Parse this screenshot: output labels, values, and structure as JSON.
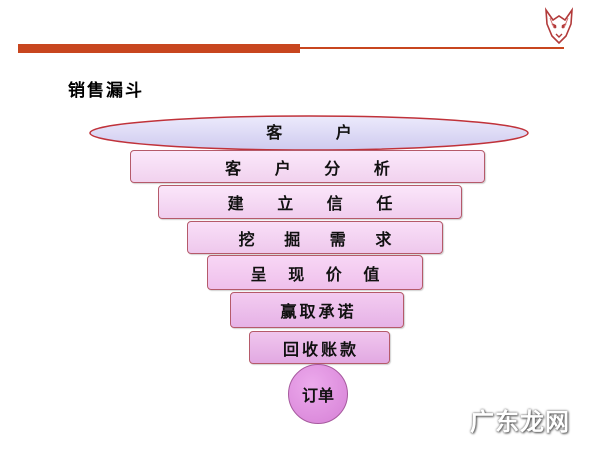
{
  "slide": {
    "heading": "销售漏斗",
    "funnel_top": "客 户",
    "layers": [
      "客 户 分 析",
      "建 立 信 任",
      "挖 掘 需 求",
      "呈 现 价 值",
      "赢取承诺",
      "回收账款"
    ],
    "bottom": "订单"
  },
  "colors": {
    "accent_bar": "#c8461f",
    "ellipse_fill": "#dcdaf6",
    "ellipse_border": "#c0323a",
    "circle_fill": "#d680d6"
  },
  "watermark": {
    "text": "广东龙网"
  }
}
